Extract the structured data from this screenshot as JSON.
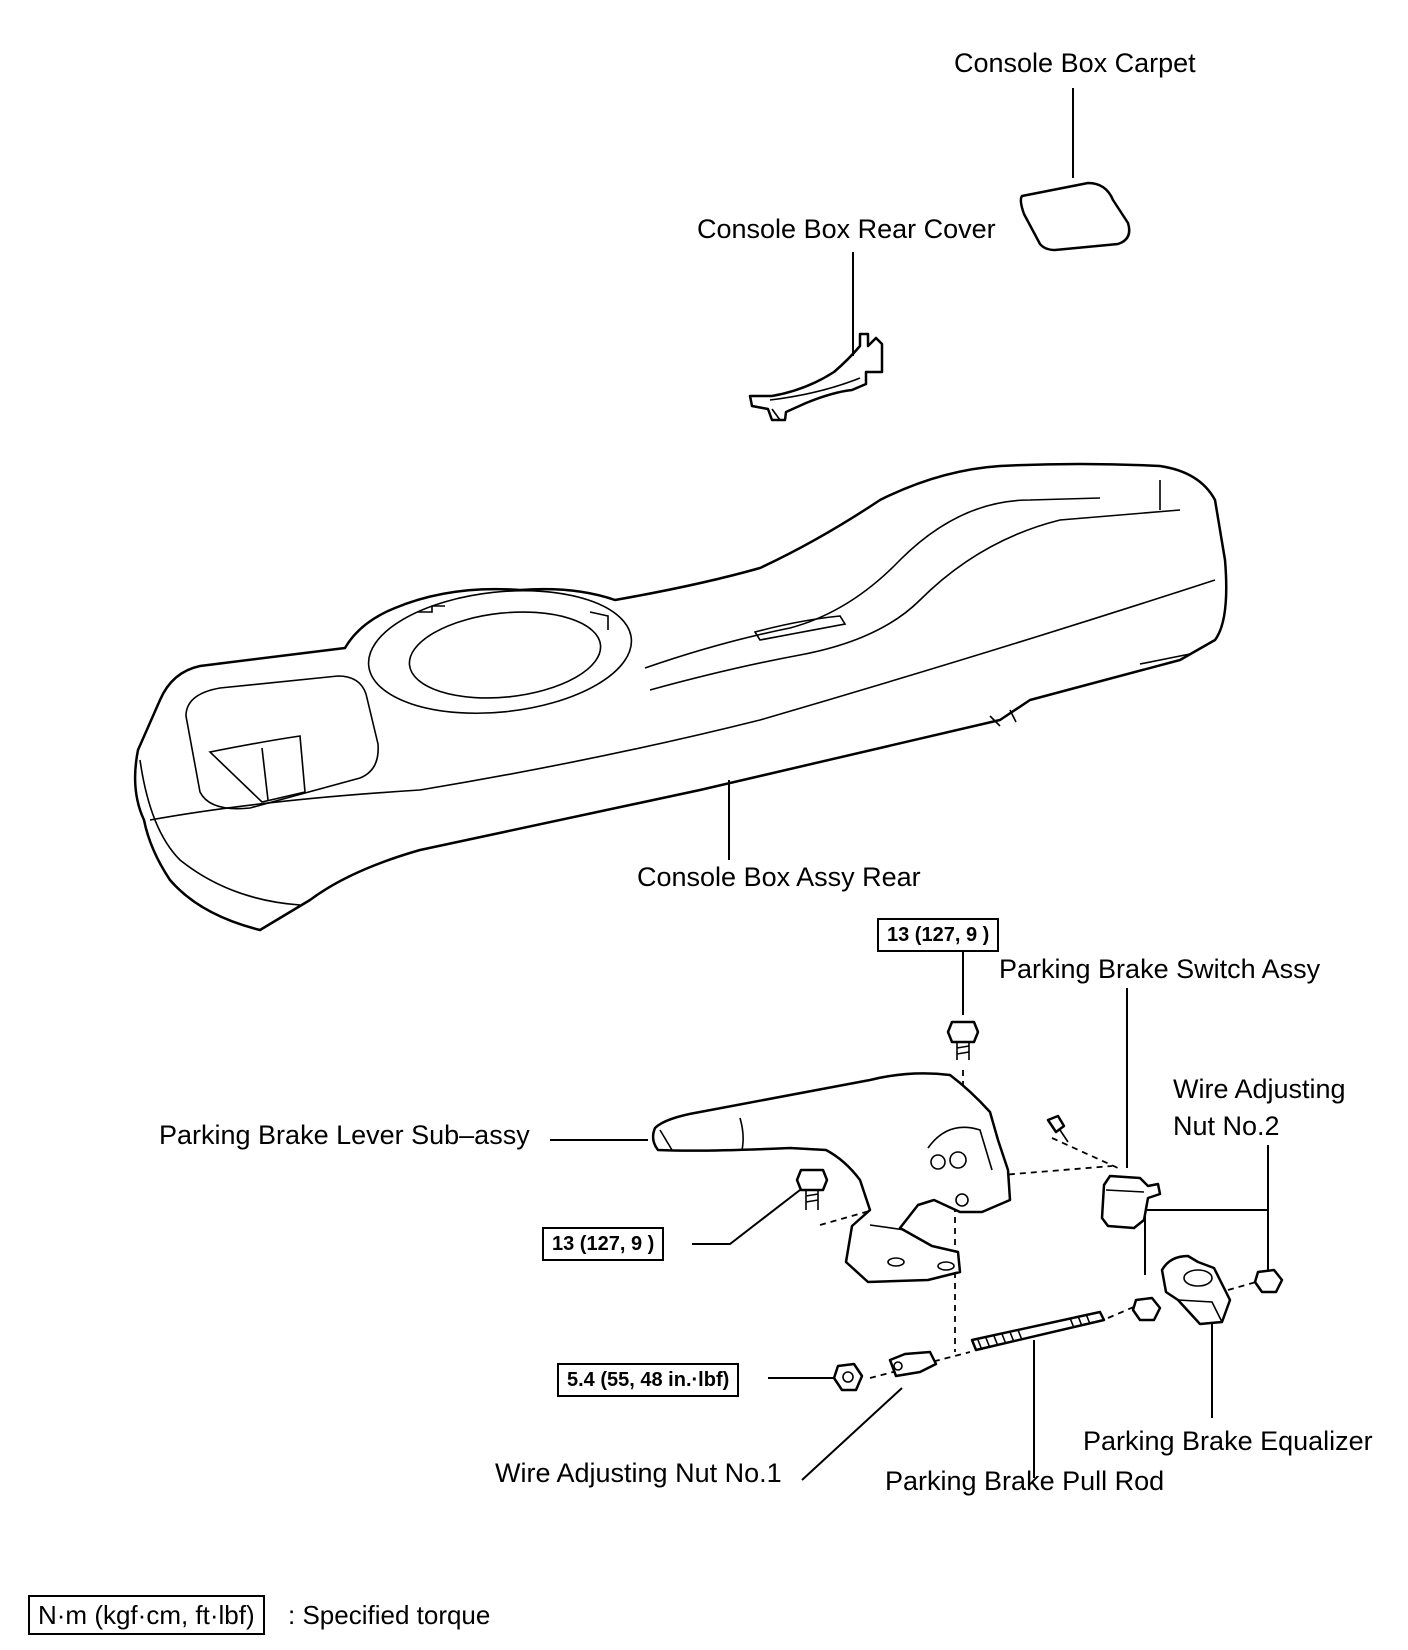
{
  "labels": {
    "console_box_carpet": "Console Box Carpet",
    "console_box_rear_cover": "Console Box Rear Cover",
    "console_box_assy_rear": "Console Box Assy Rear",
    "parking_brake_switch_assy": "Parking Brake Switch Assy",
    "wire_adjusting_nut_no2_line1": "Wire Adjusting",
    "wire_adjusting_nut_no2_line2": "Nut No.2",
    "parking_brake_lever_sub_assy": "Parking Brake Lever Sub–assy",
    "parking_brake_equalizer": "Parking Brake Equalizer",
    "wire_adjusting_nut_no1": "Wire Adjusting Nut No.1",
    "parking_brake_pull_rod": "Parking Brake Pull Rod"
  },
  "torques": {
    "switch_bolt": "13 (127, 9 )",
    "lever_bolt": "13 (127, 9 )",
    "adjusting_nut": "5.4 (55, 48 in.·lbf)"
  },
  "legend": {
    "unit_box": "N·m (kgf·cm, ft·lbf)",
    "description": ": Specified torque"
  }
}
